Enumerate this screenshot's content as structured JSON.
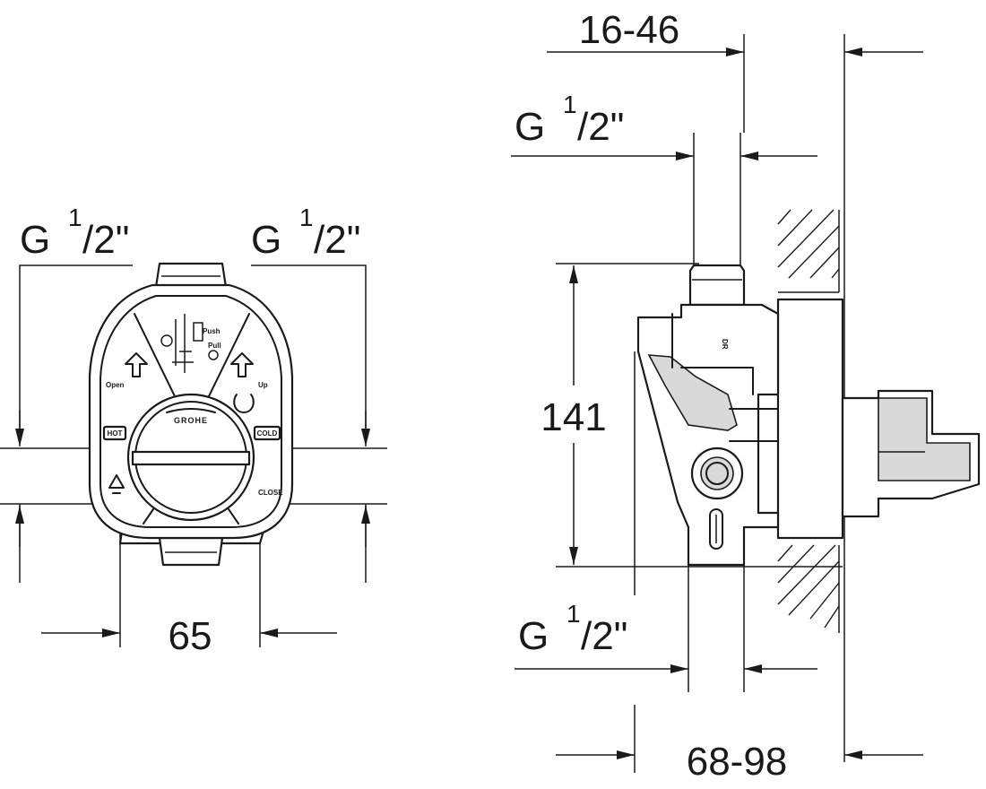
{
  "front_view": {
    "thread_left": {
      "main": "G",
      "num": "1",
      "rest": "/2\""
    },
    "thread_right": {
      "main": "G",
      "num": "1",
      "rest": "/2\""
    },
    "width_dim": "65",
    "labels": {
      "open": "Open",
      "up": "Up",
      "push": "Push",
      "pull": "Pull",
      "hot": "HOT",
      "cold": "COLD",
      "closed": "CLOSE",
      "brand": "GROHE"
    }
  },
  "side_view": {
    "depth_top": "16-46",
    "thread_top": {
      "main": "G",
      "num": "1",
      "rest": "/2\""
    },
    "height_dim": "141",
    "thread_bottom": {
      "main": "G",
      "num": "1",
      "rest": "/2\""
    },
    "depth_bottom": "68-98"
  }
}
